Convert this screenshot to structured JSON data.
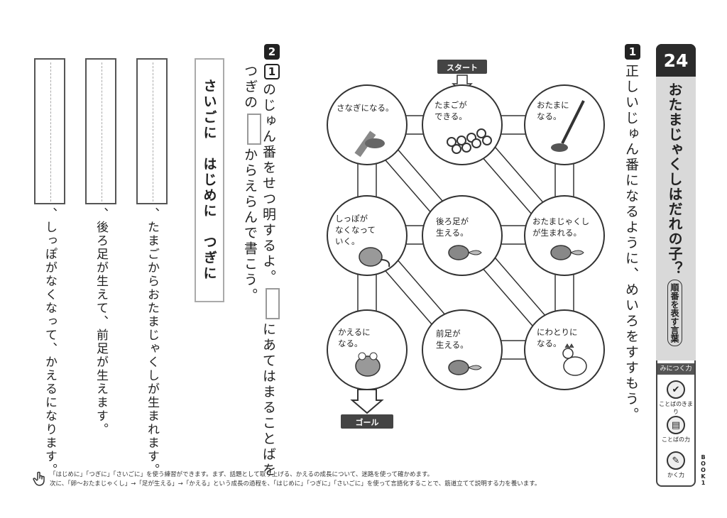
{
  "lesson": {
    "number": "24",
    "title": "おたまじゃくしはだれの子？",
    "subtitle": "順番を表す言葉",
    "skills_header": "みにつく力",
    "skills": [
      "ことばのきまり",
      "ことばの力",
      "かく力"
    ],
    "book": "BOOK1"
  },
  "question1": {
    "marker": "1",
    "instruction": "正しいじゅん番になるように、めいろをすすもう。"
  },
  "question2": {
    "marker": "2",
    "sub_marker": "1",
    "line1": "のじゅん番をせつ明するよ。",
    "line1_tail": "にあてはまることばを",
    "line2_pre": "つぎの",
    "line2_post": "からえらんで書こう。"
  },
  "word_choices": "さいごに　はじめに　つぎに",
  "answers": [
    "、たまごからおたまじゃくしが生まれます。",
    "、後ろ足が生えて、前足が生えます。",
    "、しっぽがなくなって、かえるになります。"
  ],
  "maze": {
    "start": "スタート",
    "goal": "ゴール",
    "nodes": [
      [
        "さなぎになる。"
      ],
      [
        "たまごが",
        "できる。"
      ],
      [
        "おたまに",
        "なる。"
      ],
      [
        "しっぽが",
        "なくなって",
        "いく。"
      ],
      [
        "後ろ足が",
        "生える。"
      ],
      [
        "おたまじゃくし",
        "が生まれる。"
      ],
      [
        "かえるに",
        "なる。"
      ],
      [
        "前足が",
        "生える。"
      ],
      [
        "にわとりに",
        "なる。"
      ]
    ]
  },
  "footer": {
    "line1": "「はじめに」「つぎに」「さいごに」を使う練習ができます。まず、話題として取り上げる、かえるの成長について、迷路を使って確かめます。",
    "line2": "次に、「卵～おたまじゃくし」→「足が生える」→「かえる」という成長の過程を、「はじめに」「つぎに」「さいごに」を使って言語化することで、筋道立てて説明する力を養います。"
  },
  "colors": {
    "dark": "#222222",
    "panel_gray": "#d9d9d9",
    "box_gray": "#aaaaaa"
  }
}
